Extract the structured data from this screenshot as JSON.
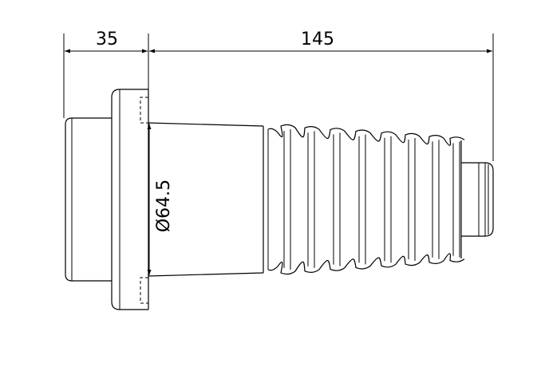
{
  "drawing": {
    "dimensions": {
      "flange_length": "35",
      "body_length": "145",
      "bore_diameter": "Ø64.5"
    },
    "line_color": "#000000",
    "background_color": "#ffffff"
  }
}
